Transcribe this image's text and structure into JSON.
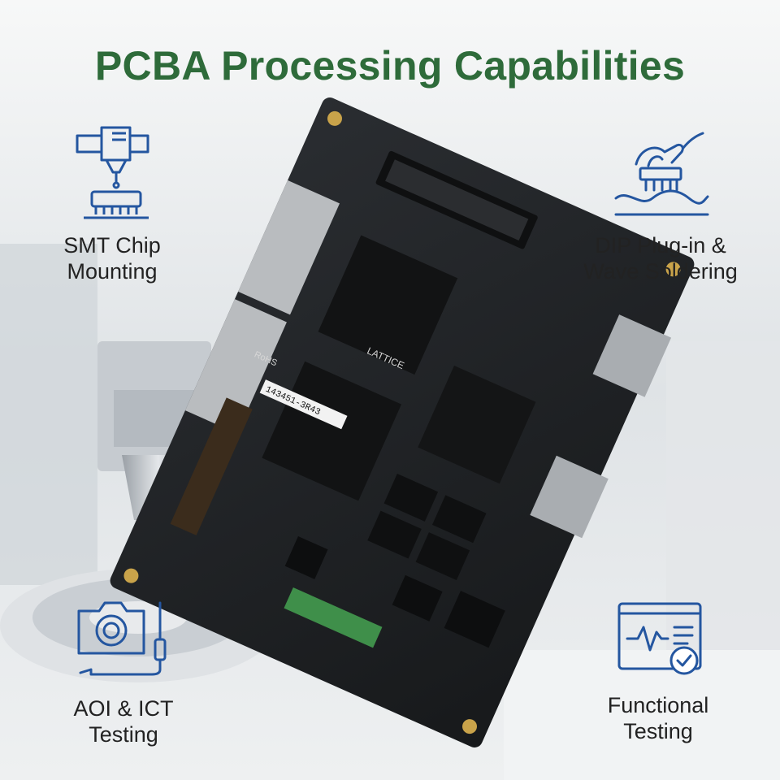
{
  "title": "PCBA Processing Capabilities",
  "colors": {
    "title": "#2e6b3a",
    "icon": "#2456a0",
    "label": "#222222",
    "board": "#1f2225"
  },
  "capabilities": [
    {
      "icon": "smt-nozzle-icon",
      "label": "SMT Chip\nMounting"
    },
    {
      "icon": "wave-soldering-hand-icon",
      "label": "DIP Plug-in &\nWave Soldering"
    },
    {
      "icon": "camera-probe-icon",
      "label": "AOI & ICT\nTesting"
    },
    {
      "icon": "monitor-check-icon",
      "label": "Functional\nTesting"
    }
  ],
  "board": {
    "chip_label": "LATTICE",
    "pcb_marking": "RoHS",
    "serial": "143451-3R43"
  }
}
